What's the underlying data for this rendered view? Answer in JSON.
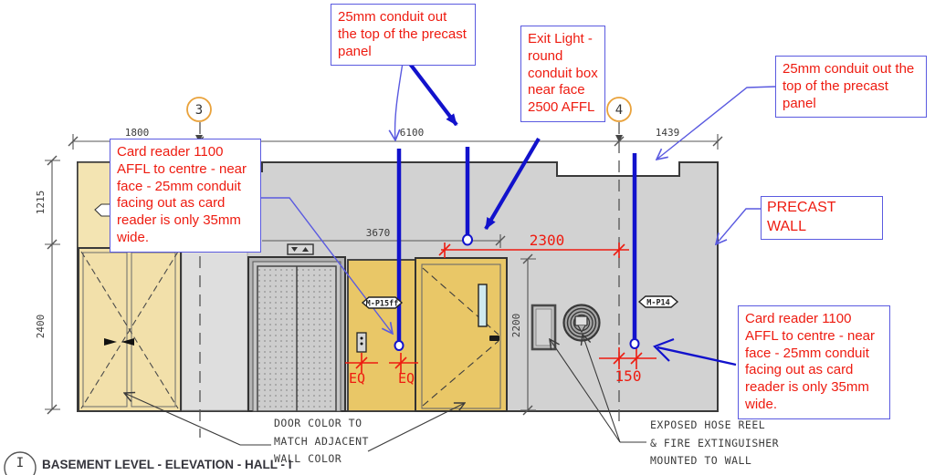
{
  "title": {
    "section_letter": "I",
    "text": "BASEMENT LEVEL - ELEVATION - HALL - I"
  },
  "grid": {
    "bubble_3": "3",
    "bubble_4": "4"
  },
  "dimensions": {
    "top_left": "1800",
    "top_middle": "6100",
    "top_right": "1439",
    "left_upper": "1215",
    "left_lower": "2400",
    "exit_light_run": "3670",
    "door_height": "2200",
    "red_span": "2300",
    "red_offset": "150",
    "eq_left": "EQ",
    "eq_right": "EQ"
  },
  "tags": {
    "door_conduit_panel": "M-P15ff",
    "wall_panel": "M-P14"
  },
  "annotations": {
    "conduit_top_left": "25mm conduit out the top of the precast panel",
    "exit_light": "Exit Light - round conduit box near face 2500 AFFL",
    "conduit_top_right": "25mm conduit out the top of the precast panel",
    "card_reader_left": "Card reader 1100 AFFL  to centre - near face - 25mm conduit facing out as card reader is only 35mm wide.",
    "precast_wall": "PRECAST WALL",
    "card_reader_right": "Card reader 1100 AFFL  to centre - near face - 25mm conduit facing out as card reader is only 35mm wide."
  },
  "notes": {
    "door_color": "DOOR COLOR TO\nMATCH ADJACENT\nWALL COLOR",
    "hose_reel": "EXPOSED HOSE REEL\n& FIRE EXTINGUISHER\nMOUNTED TO WALL"
  },
  "colors": {
    "annotation_red": "#ee1b10",
    "conduit_blue": "#1212cc",
    "leader_blue": "#6a6ae0",
    "wall_gray": "#d2d2d2",
    "panel_yellow": "#f3e4b2",
    "door_gold": "#e9c767",
    "grid_bubble_orange": "#e9a23b"
  }
}
